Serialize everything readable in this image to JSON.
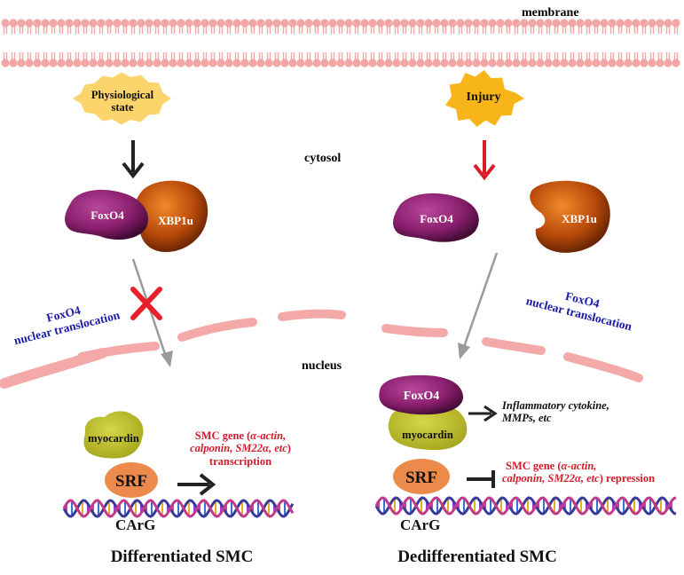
{
  "compartments": {
    "membrane": "membrane",
    "cytosol": "cytosol",
    "nucleus": "nucleus"
  },
  "left_panel": {
    "stimulus": [
      "Physiological",
      "state"
    ],
    "foxo4": "FoxO4",
    "xbp1u": "XBP1u",
    "translocation": [
      "FoxO4",
      "nuclear translocation"
    ],
    "myocardin": "myocardin",
    "srf": "SRF",
    "carg": "CArG",
    "gene_text": {
      "line1_pre": "SMC gene (",
      "line1_it": "α-actin,",
      "line2_it": "calponin, SM22α, etc",
      "line2_post": ")",
      "line3": "transcription"
    },
    "caption": "Differentiated SMC"
  },
  "right_panel": {
    "stimulus": "Injury",
    "foxo4": "FoxO4",
    "xbp1u": "XBP1u",
    "translocation": [
      "FoxO4",
      "nuclear translocation"
    ],
    "foxo4_nuclear": "FoxO4",
    "myocardin": "myocardin",
    "srf": "SRF",
    "carg": "CArG",
    "inflammatory": [
      "Inflammatory cytokine,",
      "MMPs, etc"
    ],
    "gene_text": {
      "line1_pre": "SMC gene (",
      "line1_it": "α-actin,",
      "line2_it": "calponin, SM22α, etc",
      "line2_post": ") repression"
    },
    "caption": "Dedifferentiated SMC"
  },
  "colors": {
    "membrane": "#f2a6a6",
    "nuclear_envelope": "#f4a9a9",
    "foxo4": "#8a1f6e",
    "xbp1u": "#b84a0a",
    "myocardin": "#c2c22a",
    "srf": "#ec8a4c",
    "star": "#fbd46c",
    "injury_star": "#f7b51a",
    "label_blue": "#1a1aa8",
    "label_red": "#d01c2a",
    "block_red": "#e8202a"
  }
}
